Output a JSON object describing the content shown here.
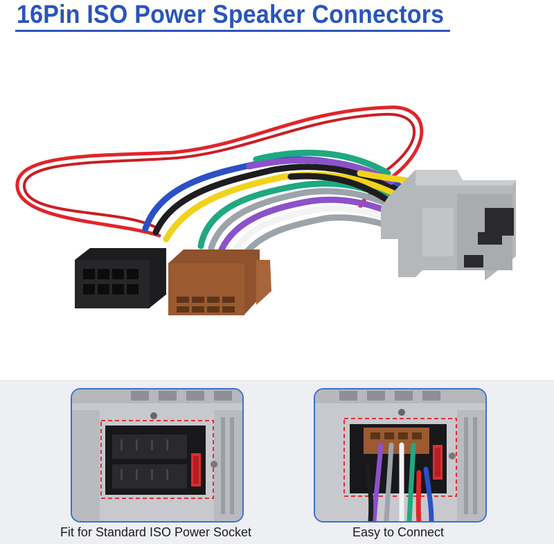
{
  "header": {
    "title": "16Pin ISO Power Speaker Connectors"
  },
  "product_image": {
    "description_icon": "wiring-harness-icon",
    "colors": {
      "red_wire": "#e0252b",
      "yellow_wire": "#f1d21d",
      "green_wire": "#1fa980",
      "purple_wire": "#8b52c9",
      "blue_wire": "#2b50c7",
      "gray_wire": "#9da3aa",
      "white_wire": "#f3f3f3",
      "black_connector": "#1d1d1f",
      "brown_connector": "#9b5a30",
      "gray_connector": "#b5b8bb"
    }
  },
  "panels": [
    {
      "caption": "Fit for Standard ISO Power Socket",
      "icon": "iso-socket-icon"
    },
    {
      "caption": "Easy to Connect",
      "icon": "connected-socket-icon"
    }
  ],
  "theme": {
    "accent": "#2a55b8",
    "card_border": "#3b6fd2",
    "highlight_dash": "#e03131"
  }
}
